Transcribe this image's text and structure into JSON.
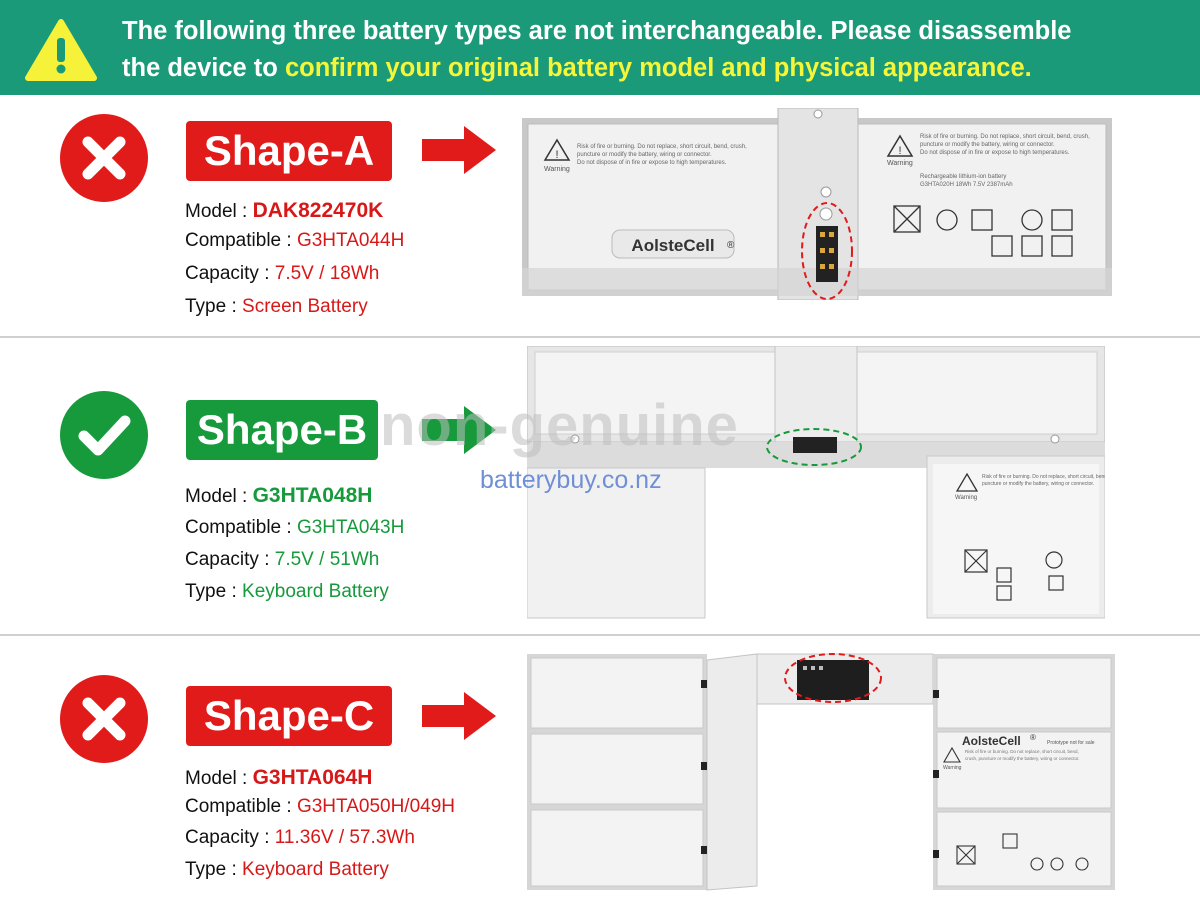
{
  "banner": {
    "line1": "The following three battery types are not interchangeable. Please disassemble",
    "line2_prefix": "the device to ",
    "line2_highlight": "confirm your original battery model and physical appearance.",
    "color": "#1a9a78",
    "highlight_color": "#f5f53a"
  },
  "labels": {
    "model": "Model :",
    "compatible": "Compatible :",
    "capacity": "Capacity :",
    "type": "Type :"
  },
  "shapes": [
    {
      "name": "Shape-A",
      "status": "incorrect",
      "model": "DAK822470K",
      "compatible": "G3HTA044H",
      "capacity": "7.5V / 18Wh",
      "type": "Screen Battery",
      "label_brand": "AolsteCell",
      "warning_word": "Warning",
      "warning_text": "Risk of fire or burning. Do not replace, short circuit, bend, crush, puncture or modify the battery, wiring or connector.",
      "model_print": "Rechargeable lithium-ion battery G3HTA020H 18Wh 7.5V 2387mAh"
    },
    {
      "name": "Shape-B",
      "status": "correct",
      "model": "G3HTA048H",
      "compatible": "G3HTA043H",
      "capacity": "7.5V / 51Wh",
      "type": "Keyboard Battery",
      "warning_word": "Warning",
      "warning_text": "Risk of fire or burning. Do not replace, short circuit, bend, crush, puncture or modify the battery, wiring or connector."
    },
    {
      "name": "Shape-C",
      "status": "incorrect",
      "model": "G3HTA064H",
      "compatible": "G3HTA050H/049H",
      "capacity": "11.36V / 57.3Wh",
      "type": "Keyboard Battery",
      "label_brand": "AolsteCell",
      "warning_word": "Warning",
      "prototype_note": "Prototype not for sale"
    }
  ],
  "overlay": {
    "watermark": "non-genuine",
    "site": "batterybuy.co.nz"
  },
  "colors": {
    "red": "#e11a1a",
    "green": "#169a3c",
    "divider": "#d0d0d0"
  },
  "icons": [
    "warning-triangle-icon",
    "cross-icon",
    "check-icon",
    "arrow-right-icon"
  ]
}
